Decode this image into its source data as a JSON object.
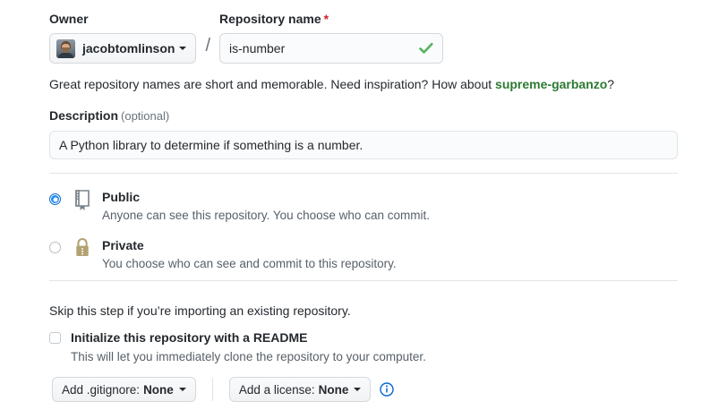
{
  "owner": {
    "label": "Owner",
    "name": "jacobtomlinson",
    "avatar_icon": "user-avatar-photo",
    "caret_icon": "caret-down-icon"
  },
  "repo_name": {
    "label": "Repository name",
    "required_marker": "*",
    "value": "is-number",
    "placeholder": "",
    "valid_icon": "check-icon",
    "valid_color": "#56b362"
  },
  "separator": "/",
  "hint": {
    "before": "Great repository names are short and memorable. Need inspiration? How about ",
    "suggestion": "supreme-garbanzo",
    "after": "?",
    "link_color": "#2c7a32"
  },
  "description": {
    "label": "Description",
    "optional": "(optional)",
    "value": "A Python library to determine if something is a number.",
    "placeholder": ""
  },
  "visibility": {
    "options": [
      {
        "id": "public",
        "title": "Public",
        "subtitle": "Anyone can see this repository. You choose who can commit.",
        "icon": "repo-book-icon",
        "icon_color": "#6a737d",
        "selected": true
      },
      {
        "id": "private",
        "title": "Private",
        "subtitle": "You choose who can see and commit to this repository.",
        "icon": "lock-icon",
        "icon_color": "#b3a271",
        "selected": false
      }
    ],
    "selected_color": "#2188ff"
  },
  "skip_text": "Skip this step if you’re importing an existing repository.",
  "readme": {
    "label": "Initialize this repository with a README",
    "sublabel": "This will let you immediately clone the repository to your computer.",
    "checked": false
  },
  "footer": {
    "gitignore": {
      "lead": "Add .gitignore:",
      "value": "None",
      "caret_icon": "caret-down-icon"
    },
    "license": {
      "lead": "Add a license:",
      "value": "None",
      "caret_icon": "caret-down-icon"
    },
    "info_icon": "info-circle-icon",
    "info_icon_color": "#0366d6"
  }
}
